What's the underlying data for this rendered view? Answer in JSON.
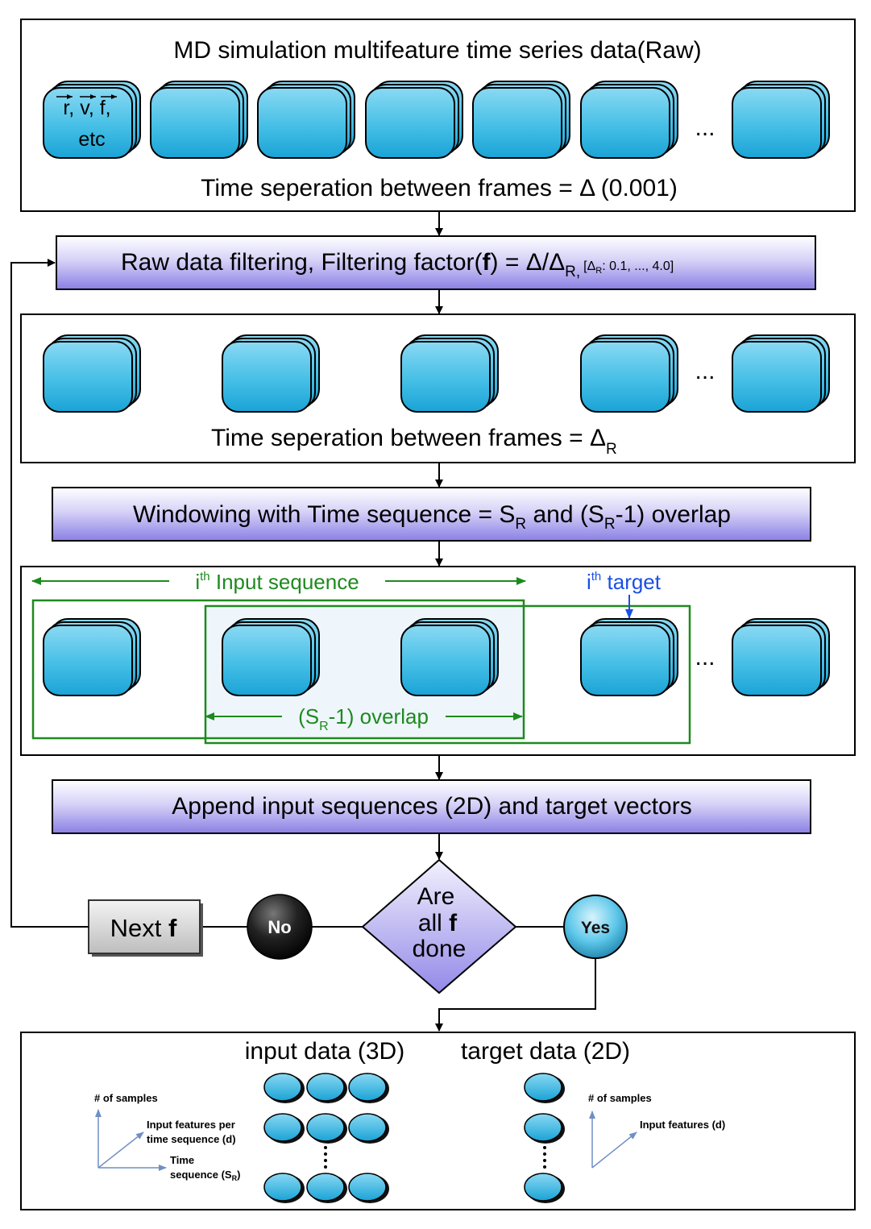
{
  "raw": {
    "title": "MD simulation multifeature time series data(Raw)",
    "frame_label_line1": "r, v, f,",
    "frame_label_line2": "etc",
    "ellipsis": "...",
    "separation_text": "Time seperation between frames = Δ (0.001)"
  },
  "filter": {
    "text_before_bold": "Raw data filtering, Filtering factor(",
    "bold": "f",
    "text_after_bold": ") = Δ/Δ",
    "sub": "R",
    "comma": ",",
    "range_open": "[Δ",
    "range_sub": "R",
    "range_values": ": 0.1, ..., 4.0]"
  },
  "filtered": {
    "ellipsis": "...",
    "separation_text": "Time seperation between frames = Δ",
    "sub": "R"
  },
  "windowing": {
    "text1": "Windowing with Time sequence = S",
    "sub1": "R",
    "text2": " and (S",
    "sub2": "R",
    "text3": "-1) overlap"
  },
  "window_view": {
    "input_prefix": "i",
    "input_sup": "th",
    "input_label": " Input sequence",
    "target_prefix": "i",
    "target_sup": "th",
    "target_label": " target",
    "overlap_open": "(S",
    "overlap_sub": "R",
    "overlap_label": "-1) overlap",
    "ellipsis": "..."
  },
  "append": {
    "text": "Append input sequences (2D) and target vectors"
  },
  "decision": {
    "line1": "Are",
    "line2_plain": "all ",
    "line2_bold": "f",
    "line3": "done",
    "no_label": "No",
    "yes_label": "Yes",
    "next_label": "Next ",
    "next_bold": "f"
  },
  "output": {
    "input_title": "input data (3D)",
    "target_title": "target data (2D)",
    "left_axis_samples": "# of samples",
    "left_axis_features_line1": "Input features per",
    "left_axis_features_line2": "time sequence (d)",
    "left_axis_time_line1": "Time",
    "left_axis_time_line2": "sequence (S",
    "left_axis_time_sub": "R",
    "left_axis_time_close": ")",
    "right_axis_samples": "# of samples",
    "right_axis_features": "Input features (d)"
  },
  "colors": {
    "frame_fill_top": "#7fd6f2",
    "frame_fill_bottom": "#1ea8d8",
    "process_fill_top": "#ffffff",
    "process_fill_bottom": "#8c82e6",
    "window_green": "#1e8a1e",
    "target_blue": "#1a4fe6",
    "overlap_fill": "#eef6fb"
  }
}
